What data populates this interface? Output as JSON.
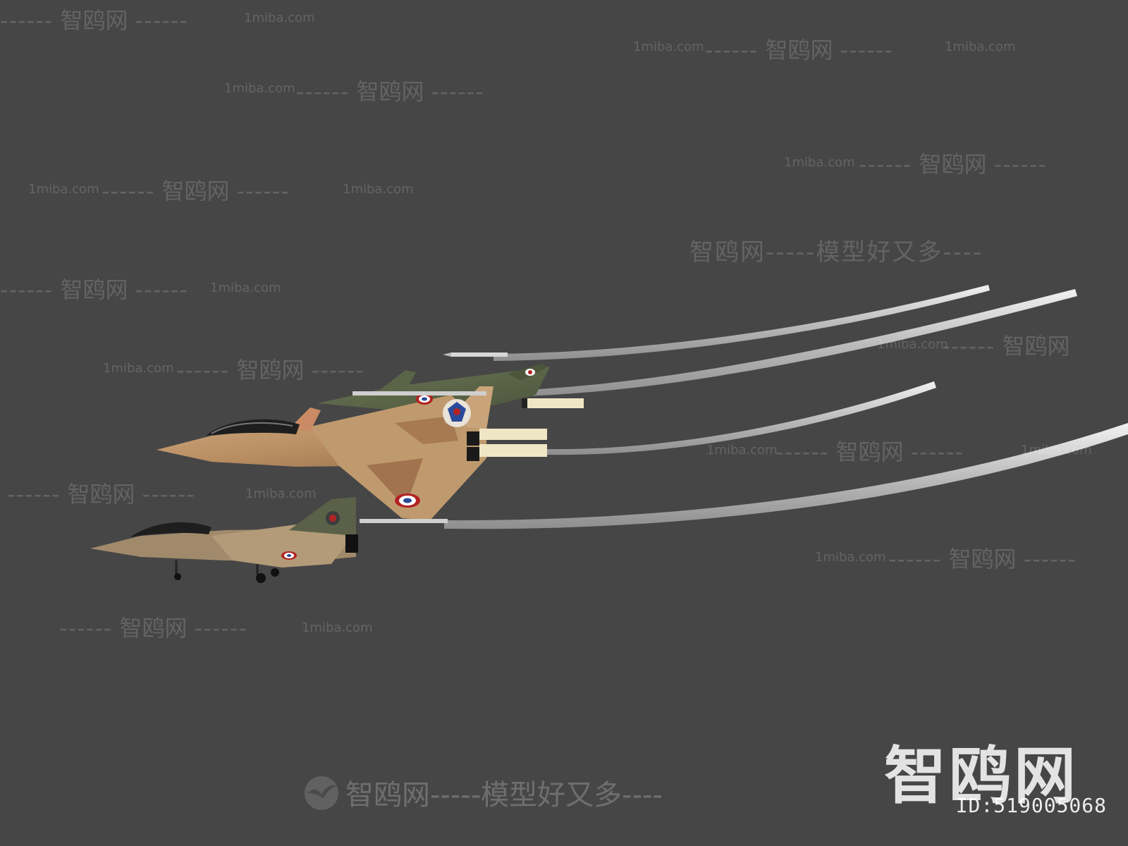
{
  "watermarks": {
    "site": "1miba.com",
    "brand": "智鸥网",
    "dashes": "------",
    "slogan": "智鸥网-----模型好又多----"
  },
  "logo": {
    "text": "智鸥网",
    "id_text": "ID:519005068"
  },
  "scene": {
    "subject": "jet-fighters-with-vapor-trails",
    "icon": "seagull-icon"
  }
}
